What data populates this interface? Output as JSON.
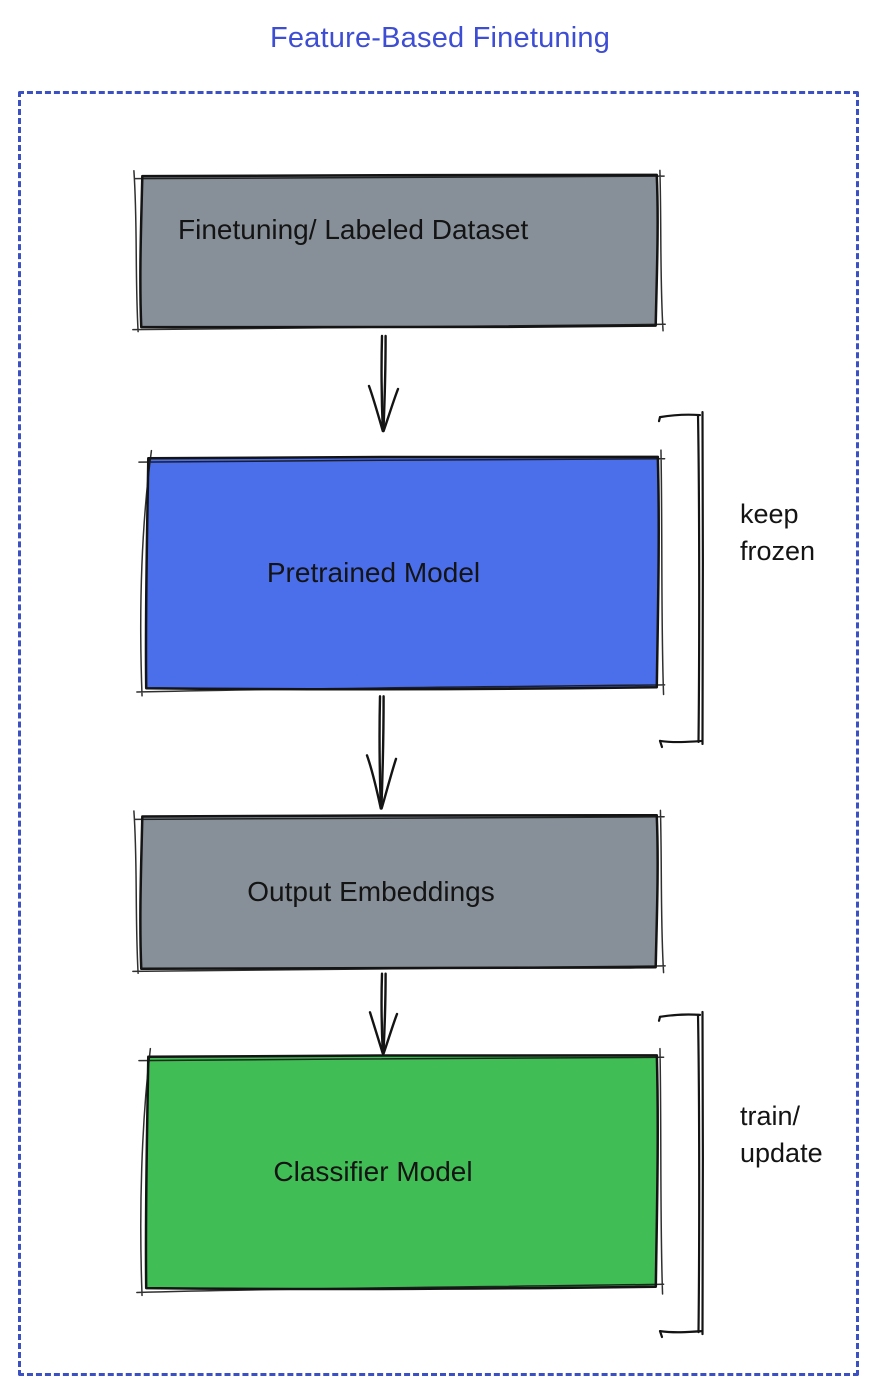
{
  "title": "Feature-Based Finetuning",
  "colors": {
    "title": "#3d4ed4",
    "border_dotted": "#3b50c3",
    "gray_fill": "#879098",
    "blue_fill": "#4b6eeb",
    "green_fill": "#40bd55",
    "ink": "#141414"
  },
  "nodes": [
    {
      "id": "dataset",
      "label": "Finetuning/ Labeled Dataset",
      "fill": "gray"
    },
    {
      "id": "pretrained",
      "label": "Pretrained Model",
      "fill": "blue"
    },
    {
      "id": "embeddings",
      "label": "Output Embeddings",
      "fill": "gray"
    },
    {
      "id": "classifier",
      "label": "Classifier Model",
      "fill": "green"
    }
  ],
  "edges": [
    {
      "from": "dataset",
      "to": "pretrained",
      "style": "sketch-double-arrow"
    },
    {
      "from": "pretrained",
      "to": "embeddings",
      "style": "sketch-double-arrow"
    },
    {
      "from": "embeddings",
      "to": "classifier",
      "style": "sketch-double-arrow"
    }
  ],
  "annotations": [
    {
      "id": "keep-frozen",
      "target": "pretrained",
      "lines": [
        "keep",
        "frozen"
      ]
    },
    {
      "id": "train-update",
      "target": "classifier",
      "lines": [
        "train/",
        "update"
      ]
    }
  ]
}
